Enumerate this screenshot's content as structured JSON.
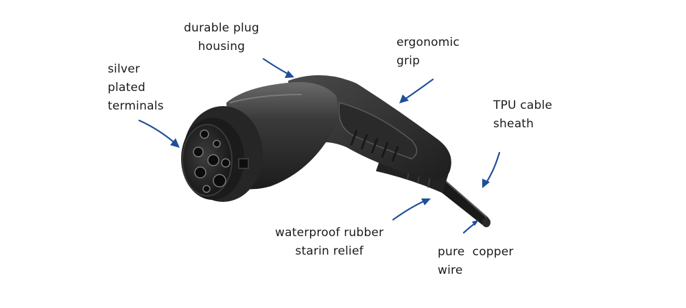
{
  "colors": {
    "arrow": "#1f4e9a",
    "plug_body": "#2c2c2c",
    "plug_highlight": "#5a5a5a",
    "background": "#ffffff"
  },
  "labels": {
    "silver_plated_terminals": [
      "silver",
      "plated",
      "terminals"
    ],
    "durable_plug_housing": [
      "durable plug",
      "housing"
    ],
    "ergonomic_grip": [
      "ergonomic",
      "grip"
    ],
    "tpu_cable_sheath": [
      "TPU cable",
      "sheath"
    ],
    "waterproof_rubber_strain_relief": [
      "waterproof rubber",
      "starin relief"
    ],
    "pure_copper_wire": [
      "pure  copper",
      "wire"
    ]
  }
}
